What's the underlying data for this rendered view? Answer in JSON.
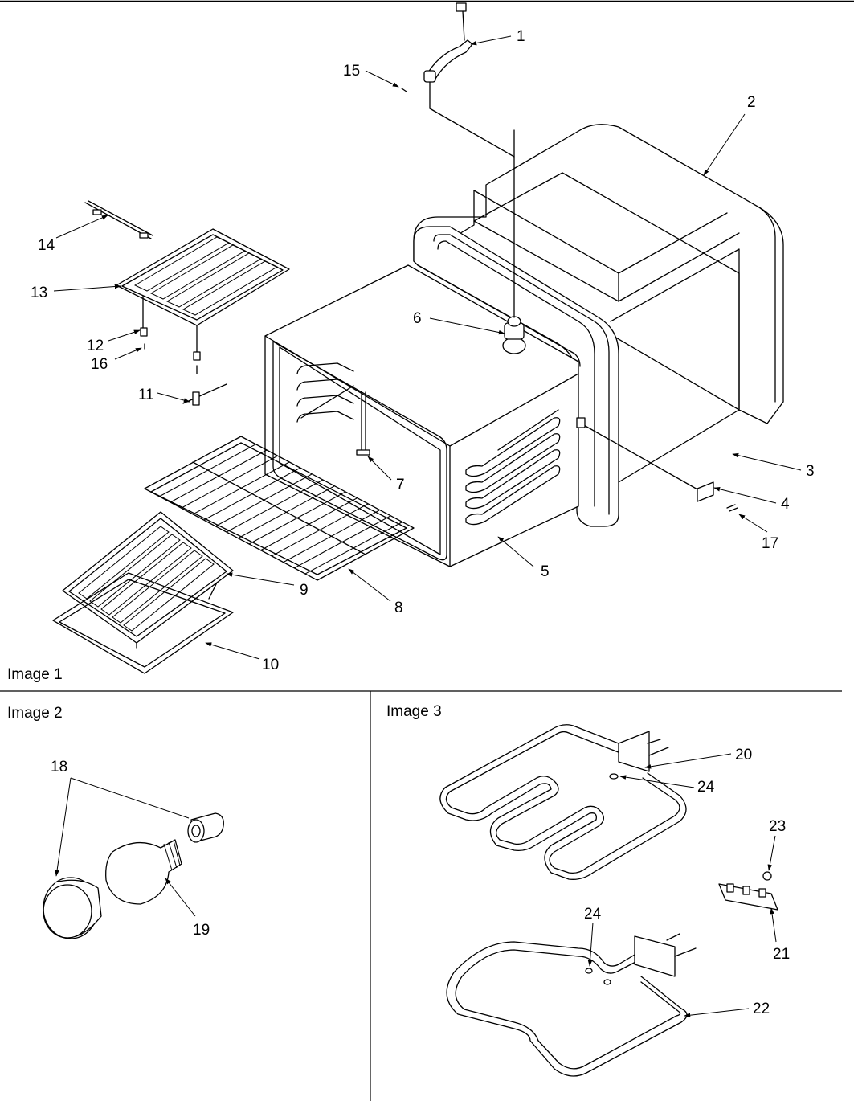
{
  "image_labels": {
    "image1": "Image 1",
    "image2": "Image 2",
    "image3": "Image 3"
  },
  "callouts": {
    "c1": "1",
    "c2": "2",
    "c3": "3",
    "c4": "4",
    "c5": "5",
    "c6": "6",
    "c7": "7",
    "c8": "8",
    "c9": "9",
    "c10": "10",
    "c11": "11",
    "c12": "12",
    "c13": "13",
    "c14": "14",
    "c15": "15",
    "c16": "16",
    "c17": "17",
    "c18": "18",
    "c19": "19",
    "c20": "20",
    "c21": "21",
    "c22": "22",
    "c23": "23",
    "c24a": "24",
    "c24b": "24"
  }
}
